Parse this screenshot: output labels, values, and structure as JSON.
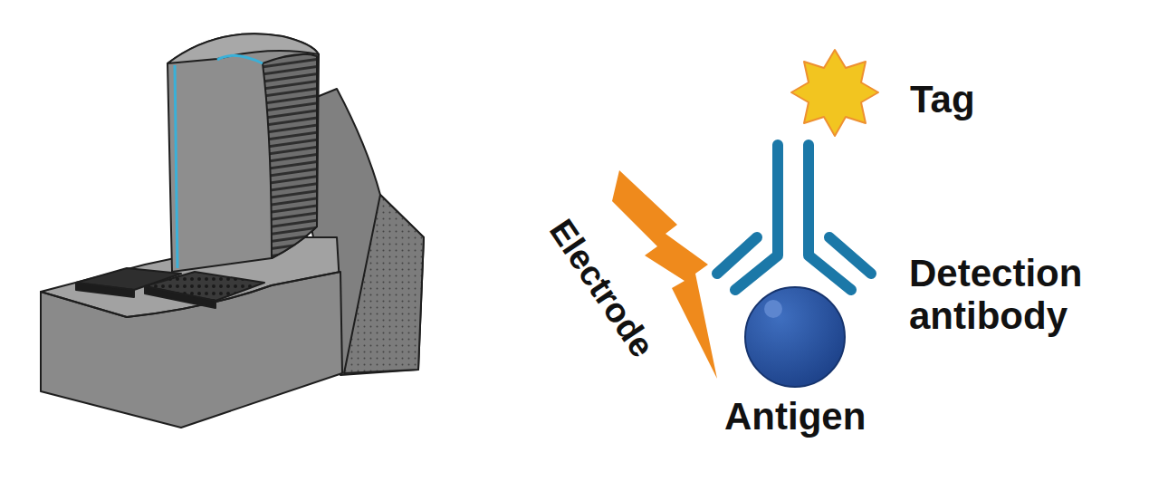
{
  "diagram": {
    "labels": [
      "Tag",
      "Electrode",
      "Detection antibody",
      "Antigen"
    ]
  }
}
